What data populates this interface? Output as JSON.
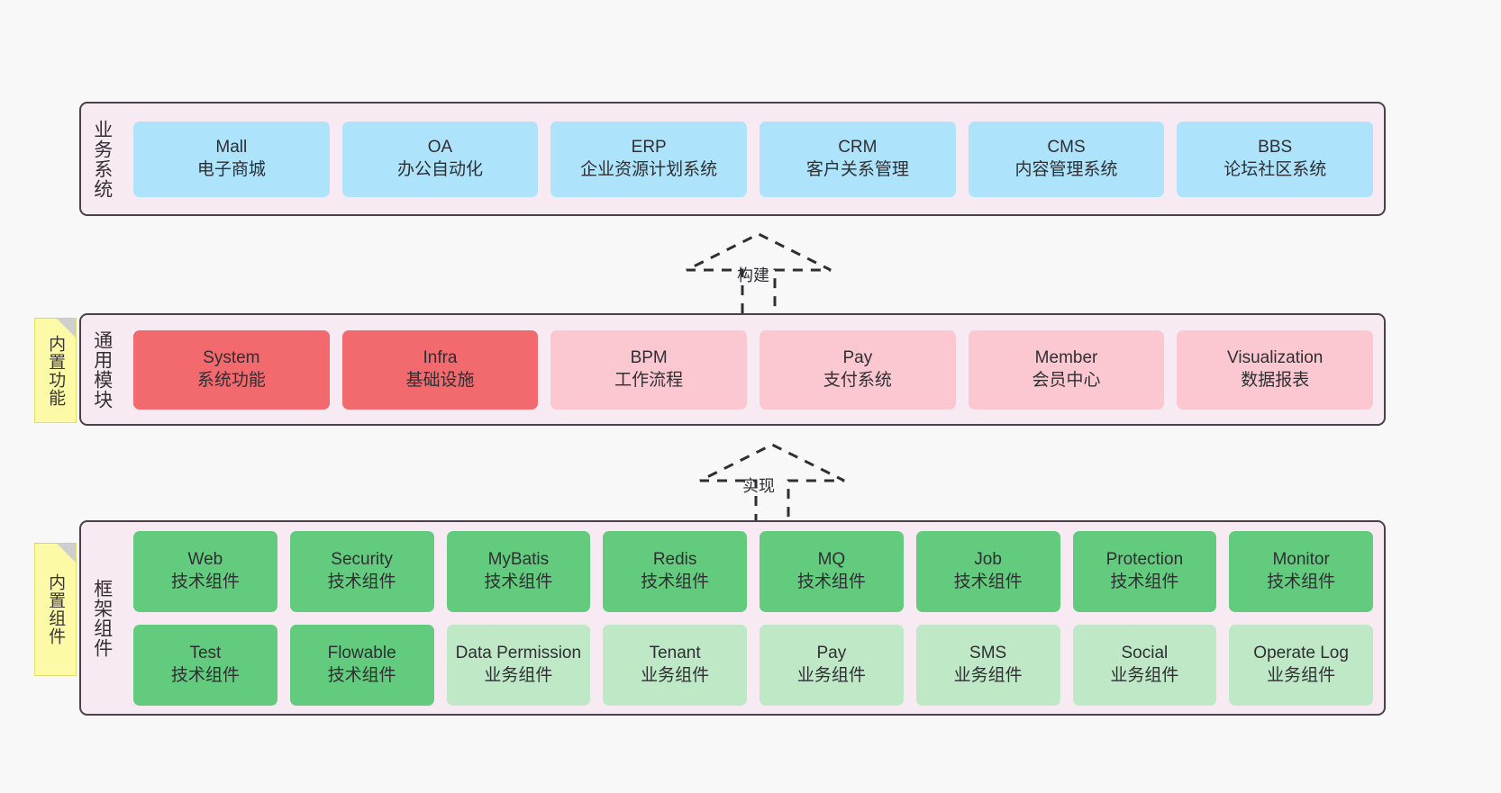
{
  "diagram": {
    "title": "",
    "colors": {
      "band_bg": "#f8eaf3",
      "band_border": "#4a414b",
      "blue": "#ade3fb",
      "red_solid": "#f2696e",
      "red_light": "#fbc8d1",
      "green_solid": "#63cb7d",
      "green_light": "#bfe8c6",
      "sticky": "#fcfaa6",
      "canvas": "#f8f8f8"
    }
  },
  "layers": {
    "business": {
      "title": "业务系统",
      "nodes": [
        {
          "name": "Mall",
          "desc": "电子商城"
        },
        {
          "name": "OA",
          "desc": "办公自动化"
        },
        {
          "name": "ERP",
          "desc": "企业资源计划系统"
        },
        {
          "name": "CRM",
          "desc": "客户关系管理"
        },
        {
          "name": "CMS",
          "desc": "内容管理系统"
        },
        {
          "name": "BBS",
          "desc": "论坛社区系统"
        }
      ]
    },
    "common": {
      "title": "通用模块",
      "sticky": "内置功能",
      "nodes": [
        {
          "name": "System",
          "desc": "系统功能"
        },
        {
          "name": "Infra",
          "desc": "基础设施"
        },
        {
          "name": "BPM",
          "desc": "工作流程"
        },
        {
          "name": "Pay",
          "desc": "支付系统"
        },
        {
          "name": "Member",
          "desc": "会员中心"
        },
        {
          "name": "Visualization",
          "desc": "数据报表"
        }
      ]
    },
    "framework": {
      "title": "框架组件",
      "sticky": "内置组件",
      "row1": [
        {
          "name": "Web",
          "desc": "技术组件"
        },
        {
          "name": "Security",
          "desc": "技术组件"
        },
        {
          "name": "MyBatis",
          "desc": "技术组件"
        },
        {
          "name": "Redis",
          "desc": "技术组件"
        },
        {
          "name": "MQ",
          "desc": "技术组件"
        },
        {
          "name": "Job",
          "desc": "技术组件"
        },
        {
          "name": "Protection",
          "desc": "技术组件"
        },
        {
          "name": "Monitor",
          "desc": "技术组件"
        }
      ],
      "row2": [
        {
          "name": "Test",
          "desc": "技术组件"
        },
        {
          "name": "Flowable",
          "desc": "技术组件"
        },
        {
          "name": "Data Permission",
          "desc": "业务组件"
        },
        {
          "name": "Tenant",
          "desc": "业务组件"
        },
        {
          "name": "Pay",
          "desc": "业务组件"
        },
        {
          "name": "SMS",
          "desc": "业务组件"
        },
        {
          "name": "Social",
          "desc": "业务组件"
        },
        {
          "name": "Operate Log",
          "desc": "业务组件"
        }
      ]
    }
  },
  "connectors": [
    {
      "label": "构建",
      "from": "common",
      "to": "business"
    },
    {
      "label": "实现",
      "from": "framework",
      "to": "common"
    }
  ]
}
